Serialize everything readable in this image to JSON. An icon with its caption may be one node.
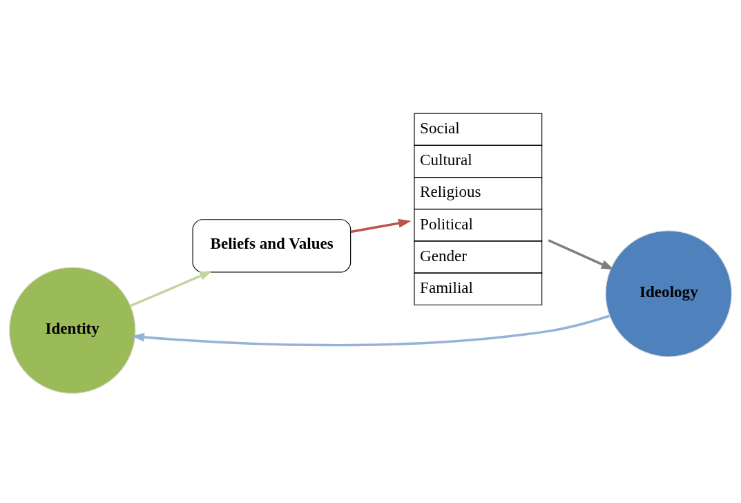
{
  "diagram": {
    "nodes": [
      {
        "text": [
          "Identity"
        ]
      },
      {
        "text": [
          "Ideology"
        ]
      },
      {
        "text": [
          "Beliefs and Values"
        ]
      },
      {
        "text": [
          "Social",
          "Cultural",
          "Religious",
          "Political",
          "Gender",
          "Familial"
        ]
      }
    ],
    "edges": [
      {
        "from": 1,
        "to": 0,
        "arrow": "to",
        "color": "#95b3d7"
      },
      {
        "from": 0,
        "to": 2,
        "arrow": "to",
        "color": "#c3d69b"
      },
      {
        "from": 2,
        "to": 3,
        "arrow": "to",
        "color": "#c0504d"
      },
      {
        "from": 3,
        "to": 1,
        "arrow": "to",
        "color": "#7f7f7f"
      }
    ]
  }
}
